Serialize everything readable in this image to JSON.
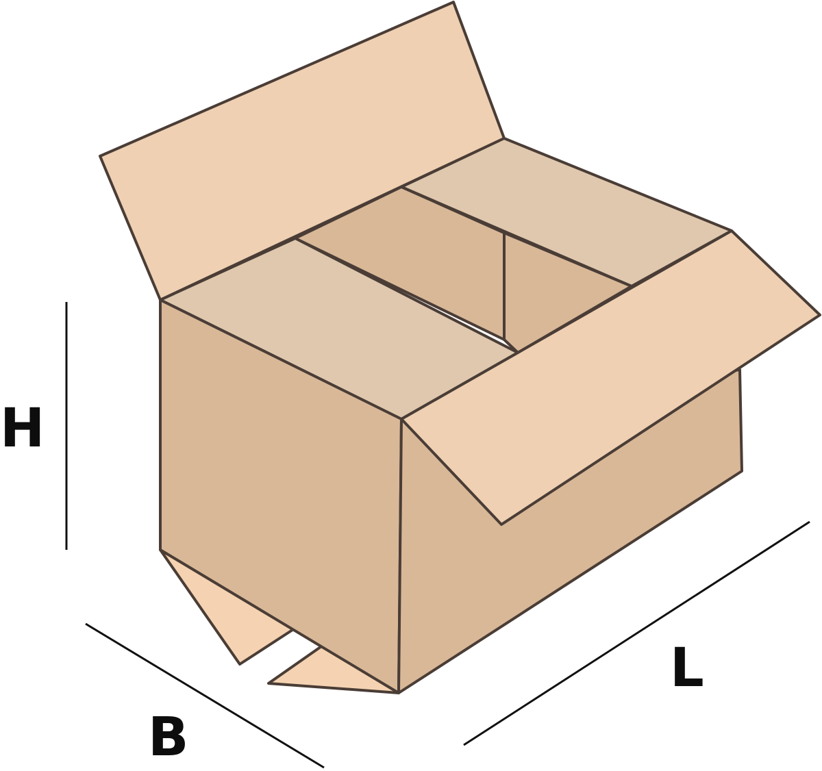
{
  "labels": {
    "height": "H",
    "breadth": "B",
    "length": "L"
  },
  "colors": {
    "outline": "#4a3d36",
    "front_face": "#d9b898",
    "side_face": "#d9b898",
    "inner_wall": "#d9b898",
    "inner_flap": "#dfc8ae",
    "top_flap": "#efd0b3",
    "bottom_flap": "#f5d3b2",
    "dimension_line": "#111111"
  }
}
